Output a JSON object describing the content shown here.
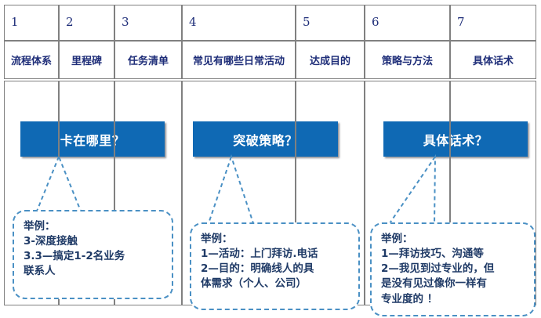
{
  "table": {
    "columns": [
      {
        "number": "1",
        "label": "流程体系"
      },
      {
        "number": "2",
        "label": "里程碑"
      },
      {
        "number": "3",
        "label": "任务清单"
      },
      {
        "number": "4",
        "label": "常见有哪些日常活动"
      },
      {
        "number": "5",
        "label": "达成目的"
      },
      {
        "number": "6",
        "label": "策略与方法"
      },
      {
        "number": "7",
        "label": "具体话术"
      }
    ]
  },
  "question_boxes": [
    {
      "text": "卡在哪里？"
    },
    {
      "text": "突破策略？"
    },
    {
      "text": "具体话术？"
    }
  ],
  "callouts": [
    {
      "text": "举例：\n3-深度接触\n3.3—搞定1-2名业务\n联系人"
    },
    {
      "text": "举例：\n1—活动：上门拜访.电话\n2—目的：明确线人的具\n体需求（个人、公司）"
    },
    {
      "text": "举例：\n1—拜访技巧、沟通等\n2—我见到过专业的，但\n是没有见过像你一样有\n专业度的 ！"
    }
  ],
  "colors": {
    "box_blue": "#0F69B4",
    "text_navy": "#1F2E79",
    "callout_border": "#4A90C4",
    "grid_gray": "#808080"
  }
}
